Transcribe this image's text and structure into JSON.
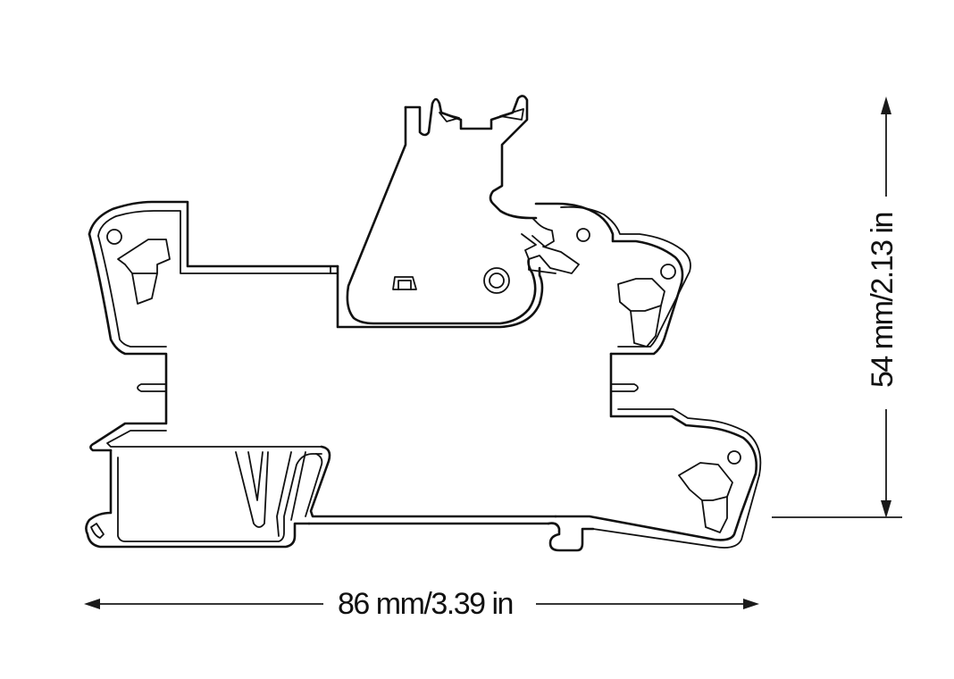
{
  "drawing": {
    "subject": "relay socket side profile",
    "line_color": "#111111",
    "background": "#ffffff"
  },
  "dimensions": {
    "width": {
      "label": "86 mm/3.39 in",
      "value_mm": 86,
      "value_in": 3.39,
      "orientation": "horizontal"
    },
    "height": {
      "label": "54 mm/2.13 in",
      "value_mm": 54,
      "value_in": 2.13,
      "orientation": "vertical"
    }
  }
}
